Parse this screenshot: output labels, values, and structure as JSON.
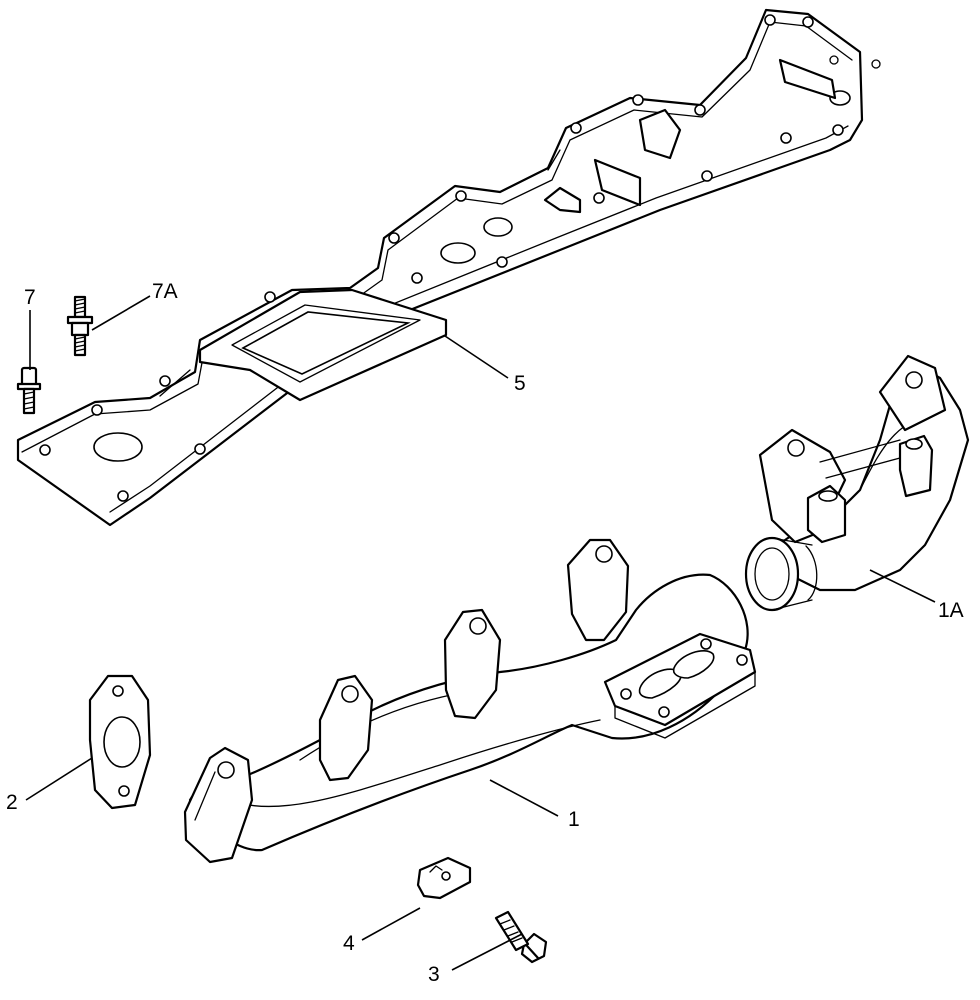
{
  "callouts": {
    "c1": "1",
    "c1A": "1A",
    "c2": "2",
    "c3": "3",
    "c4": "4",
    "c5": "5",
    "c7": "7",
    "c7A": "7A"
  },
  "colors": {
    "line": "#000000",
    "background": "#ffffff"
  }
}
